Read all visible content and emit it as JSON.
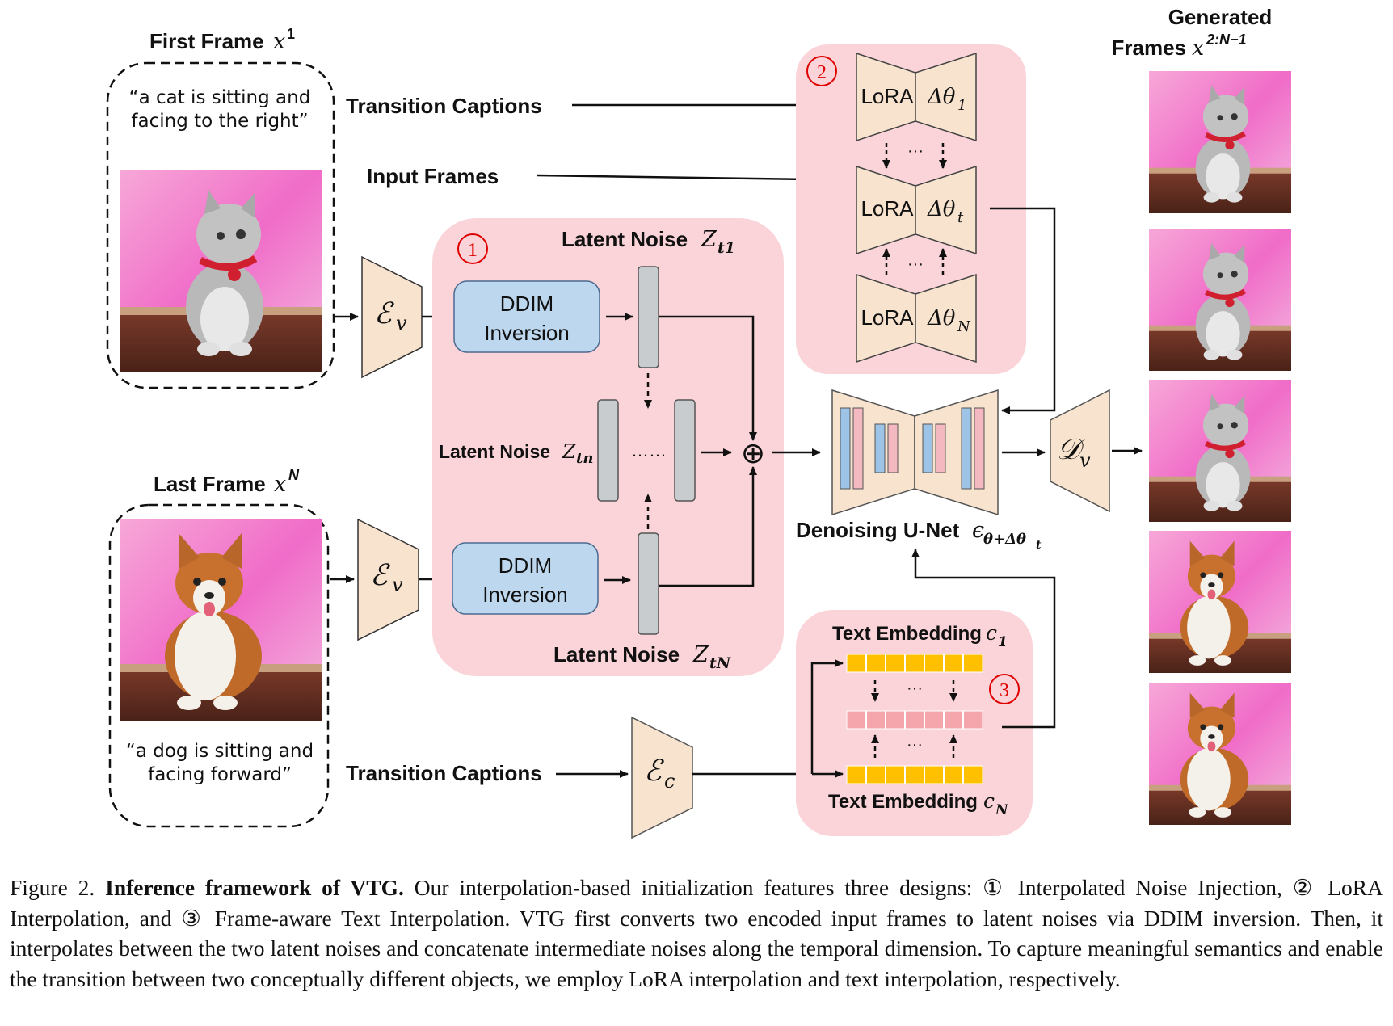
{
  "labels": {
    "first_frame": "First Frame",
    "first_frame_sup": "1",
    "last_frame": "Last Frame",
    "last_frame_sup": "N",
    "generated": "Generated",
    "generated_frames": "Frames",
    "generated_sup": "2:N−1",
    "cat_caption_1": "“a cat is sitting and",
    "cat_caption_2": "facing to the right”",
    "dog_caption_1": "“a dog is sitting and",
    "dog_caption_2": "facing forward”",
    "transition_captions_top": "Transition Captions",
    "input_frames": "Input Frames",
    "transition_captions_bottom": "Transition Captions",
    "encoder_v": "ℰ",
    "encoder_v_sub": "v",
    "encoder_c": "ℰ",
    "encoder_c_sub": "c",
    "decoder_v": "𝒟",
    "decoder_v_sub": "v",
    "ddim_1": "DDIM",
    "ddim_2": "Inversion",
    "latent_noise": "Latent Noise",
    "z_t1": "Z",
    "z_t1_sub": "t1",
    "z_tn": "Z",
    "z_tn_sub": "tn",
    "z_tN": "Z",
    "z_tN_sub": "tN",
    "dots_long": "……",
    "dots": "···",
    "lora": "LoRA",
    "delta_1": "Δθ",
    "delta_1_sub": "1",
    "delta_t": "Δθ",
    "delta_t_sub": "t",
    "delta_N": "Δθ",
    "delta_N_sub": "N",
    "unet": "Denoising U-Net",
    "unet_eps": "ϵ",
    "unet_sub": "θ+Δθ",
    "unet_sub_t": "t",
    "text_emb": "Text Embedding",
    "c1": "c",
    "c1_sub": "1",
    "cN": "c",
    "cN_sub": "N",
    "plus": "⊕",
    "num_1": "1",
    "num_2": "2",
    "num_3": "3"
  },
  "caption": {
    "fig": "Figure 2.",
    "title": "Inference framework of VTG.",
    "text": " Our interpolation-based initialization features three designs: ① Interpolated Noise Injection, ② LoRA Interpolation, and ③ Frame-aware Text Interpolation.  VTG first converts two encoded input frames to latent noises via DDIM inversion.  Then, it interpolates between the two latent noises and concatenate intermediate noises along the temporal dimension.  To capture meaningful semantics and enable the transition between two conceptually different objects, we employ LoRA interpolation and text interpolation, respectively."
  },
  "colors": {
    "pink_panel": "#fad4d8",
    "encoder_fill": "#f8e3cf",
    "ddim_fill": "#bdd7ee",
    "noise_fill": "#c8cccf",
    "text_emb_yellow": "#ffc000",
    "text_emb_pink": "#f4a6ac",
    "unet_blue": "#9dc3e6",
    "unet_pink": "#f4b8c0",
    "number_red": "#e00000"
  }
}
